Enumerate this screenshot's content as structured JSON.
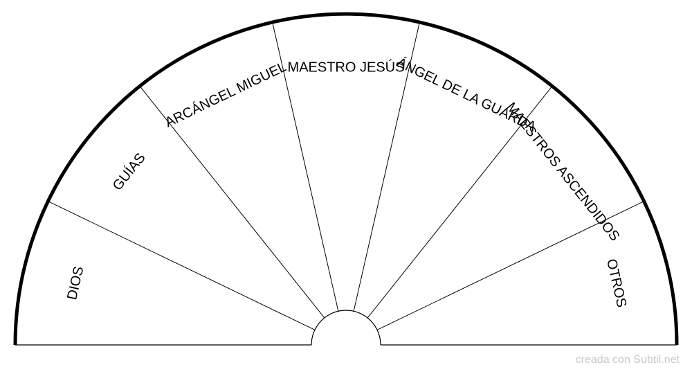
{
  "chart_data": {
    "type": "pie",
    "subtype": "semicircle-pendulum-chart",
    "categories": [
      "DIOS",
      "GUÍAS",
      "ARCÁNGEL MIGUEL",
      "MAESTRO JESÚS",
      "ÁNGEL DE LA GUARDA",
      "MAESTROS ASCENDIDOS",
      "OTROS"
    ],
    "values": [
      1,
      1,
      1,
      1,
      1,
      1,
      1
    ],
    "range_degrees": [
      180,
      0
    ]
  },
  "colors": {
    "outline": "#000000",
    "background": "#ffffff",
    "watermark": "#c8c8c8"
  },
  "footer": {
    "watermark": "creada con Subtil.net"
  }
}
